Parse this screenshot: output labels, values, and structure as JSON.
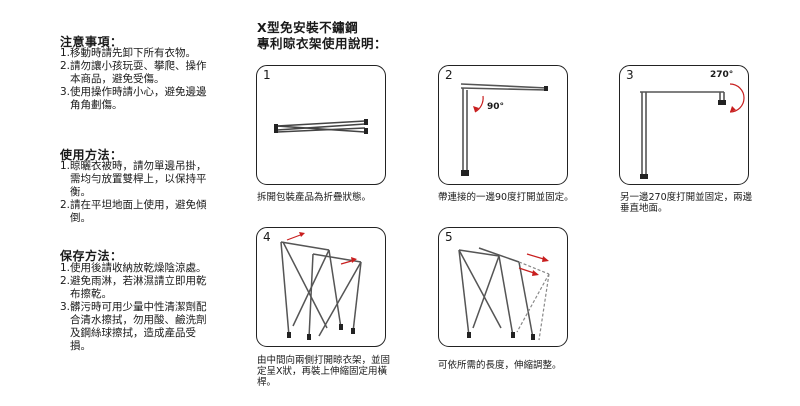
{
  "notes": {
    "heading": "注意事項：",
    "items": [
      "1.移動時請先卸下所有衣物。",
      "2.請勿讓小孩玩耍、攀爬、操作本商品，避免受傷。",
      "3.使用操作時請小心，避免邊邊角角劃傷。"
    ]
  },
  "usage": {
    "heading": "使用方法：",
    "items": [
      "1.晾曬衣被時，請勿單邊吊掛，需均勻放置雙桿上，以保持平衡。",
      "2.請在平坦地面上使用，避免傾倒。"
    ]
  },
  "storage": {
    "heading": "保存方法：",
    "items": [
      "1.使用後請收納放乾燥陰涼處。",
      "2.避免雨淋，若淋濕請立即用乾布擦乾。",
      "3.髒污時可用少量中性清潔劑配合清水擦拭，勿用酸、鹼洗劑及鋼絲球擦拭，造成產品受損。"
    ]
  },
  "title": {
    "line1": "X型免安裝不鏽鋼",
    "line2": "專利晾衣架使用說明："
  },
  "steps": [
    {
      "number": "1",
      "caption": "拆開包裝產品為折疊狀態。"
    },
    {
      "number": "2",
      "caption": "帶連接的一邊90度打開並固定。",
      "angle": "90°"
    },
    {
      "number": "3",
      "caption": "另一邊270度打開並固定，兩邊垂直地面。",
      "angle": "270°"
    },
    {
      "number": "4",
      "caption": "由中間向兩側打開晾衣架，並固定呈X狀，再裝上伸縮固定用橫桿。"
    },
    {
      "number": "5",
      "caption": "可依所需的長度，伸縮調整。"
    }
  ]
}
